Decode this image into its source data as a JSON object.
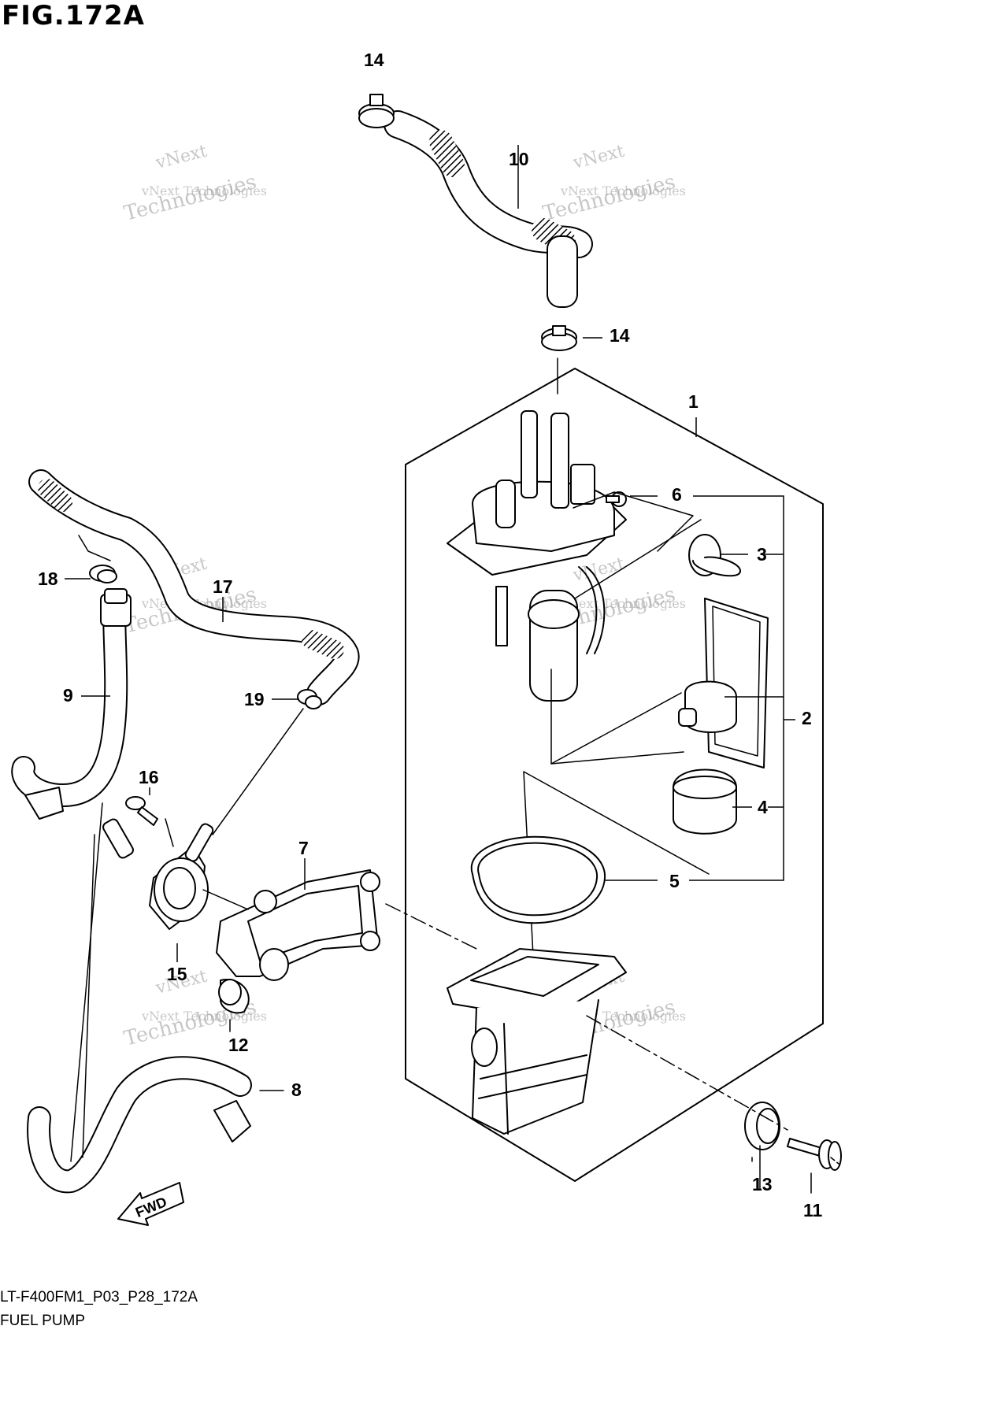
{
  "figure": {
    "title": "FIG.172A",
    "drawing_code": "LT-F400FM1_P03_P28_172A",
    "name": "FUEL PUMP",
    "fwd_label": "FWD"
  },
  "watermark": {
    "line1": "vNext Technologies",
    "line2": "vNext",
    "line3": "Technologies"
  },
  "callouts": [
    {
      "id": "c1",
      "label": "1"
    },
    {
      "id": "c2",
      "label": "2"
    },
    {
      "id": "c3",
      "label": "3"
    },
    {
      "id": "c4",
      "label": "4"
    },
    {
      "id": "c5",
      "label": "5"
    },
    {
      "id": "c6",
      "label": "6"
    },
    {
      "id": "c7",
      "label": "7"
    },
    {
      "id": "c8",
      "label": "8"
    },
    {
      "id": "c9",
      "label": "9"
    },
    {
      "id": "c10",
      "label": "10"
    },
    {
      "id": "c11",
      "label": "11"
    },
    {
      "id": "c12",
      "label": "12"
    },
    {
      "id": "c13",
      "label": "13"
    },
    {
      "id": "c14a",
      "label": "14"
    },
    {
      "id": "c14b",
      "label": "14"
    },
    {
      "id": "c15",
      "label": "15"
    },
    {
      "id": "c16",
      "label": "16"
    },
    {
      "id": "c17",
      "label": "17"
    },
    {
      "id": "c18",
      "label": "18"
    },
    {
      "id": "c19",
      "label": "19"
    }
  ]
}
